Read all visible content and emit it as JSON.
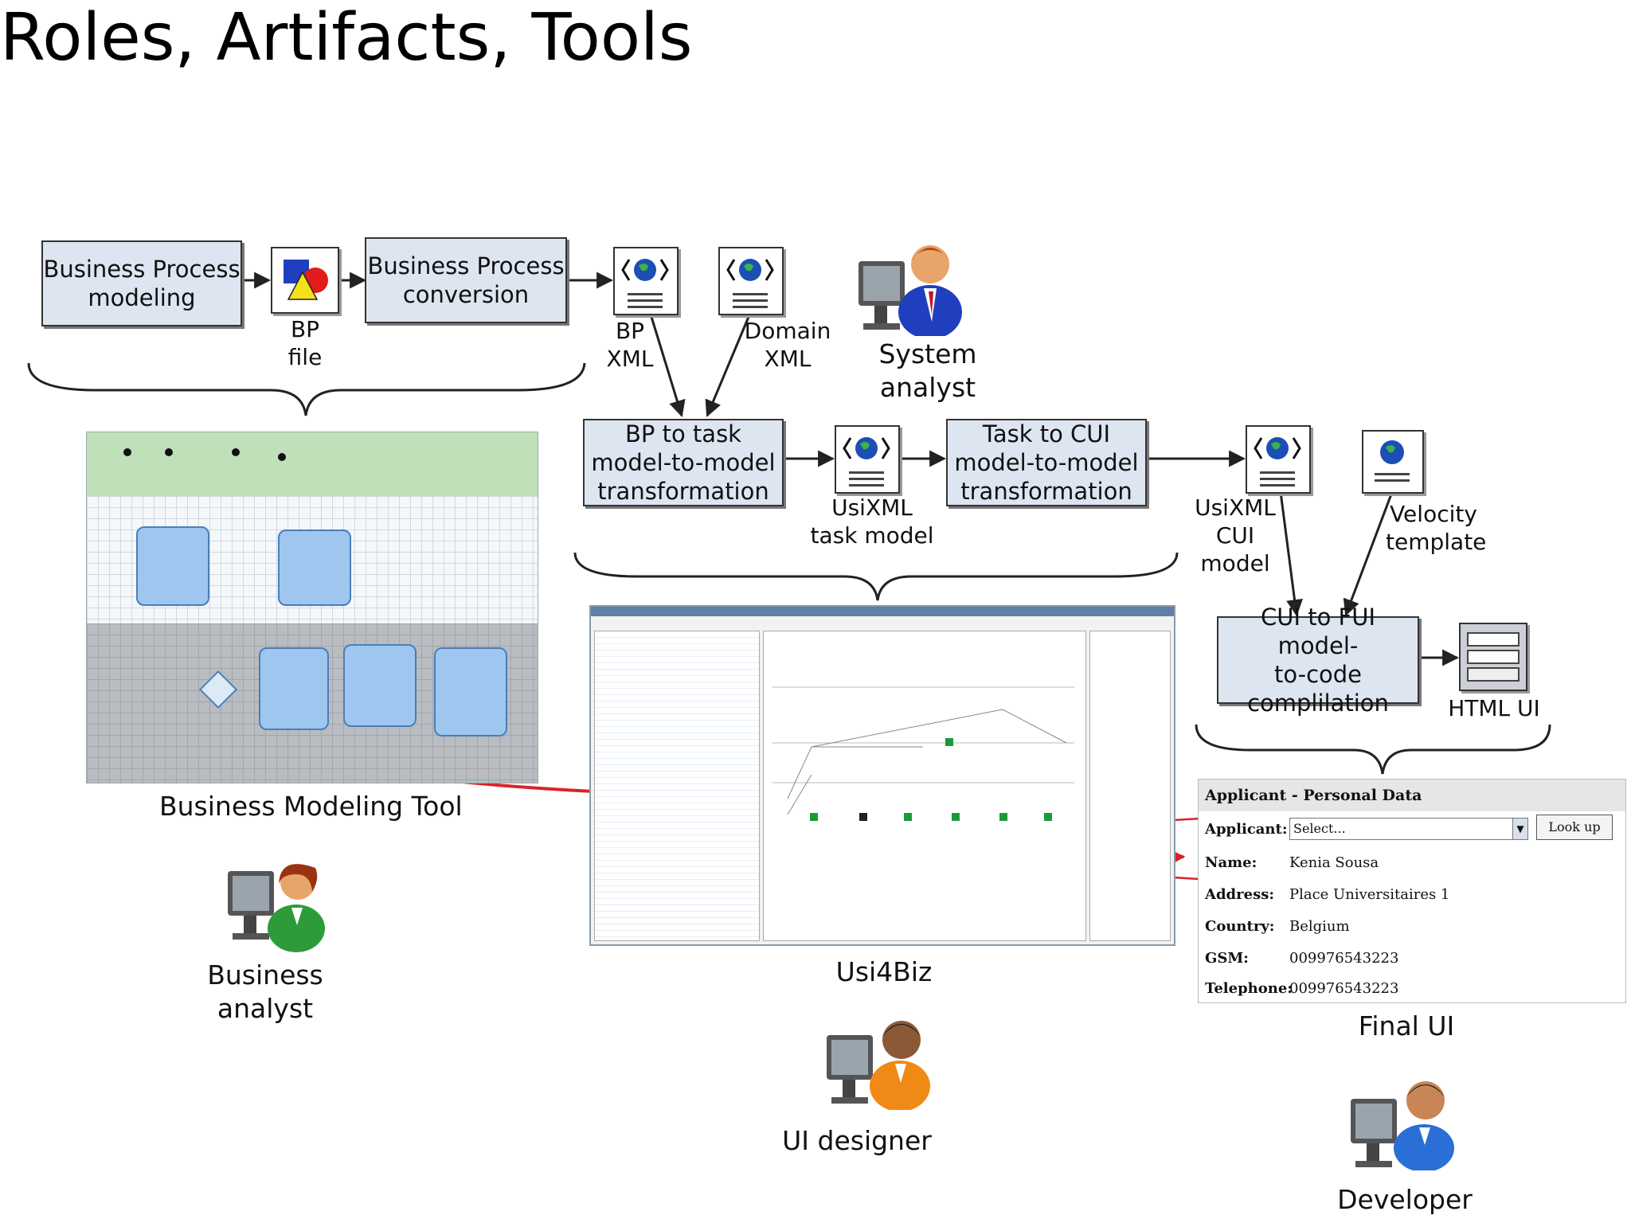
{
  "title": "Roles, Artifacts, Tools",
  "process_boxes": {
    "bp_modeling": [
      "Business Process",
      "modeling"
    ],
    "bp_conversion": [
      "Business Process",
      "conversion"
    ],
    "bp_to_task": [
      "BP to task",
      "model-to-model",
      "transformation"
    ],
    "task_to_cui": [
      "Task  to CUI",
      "model-to-model",
      "transformation"
    ],
    "cui_to_fui": [
      "CUI to FUI model-",
      "to-code",
      "complilation"
    ]
  },
  "artifacts": {
    "bp_file": [
      "BP",
      "file"
    ],
    "bp_xml": [
      "BP",
      "XML"
    ],
    "domain_xml": [
      "Domain",
      "XML"
    ],
    "usixml_task": [
      "UsiXML",
      "task model"
    ],
    "usixml_cui": [
      "UsiXML",
      "CUI",
      "model"
    ],
    "velocity": [
      "Velocity",
      "template"
    ],
    "html_ui": "HTML UI"
  },
  "roles": {
    "system_analyst": [
      "System",
      "analyst"
    ],
    "business_analyst": [
      "Business",
      "analyst"
    ],
    "ui_designer": "UI designer",
    "developer": "Developer"
  },
  "tools": {
    "bmt": "Business Modeling Tool",
    "usi4biz": "Usi4Biz",
    "final_ui": "Final UI"
  },
  "final_ui_form": {
    "heading": "Applicant - Personal Data",
    "select_placeholder": "Select...",
    "lookup_button": "Look up",
    "rows": [
      {
        "key": "Applicant:",
        "value": ""
      },
      {
        "key": "Name:",
        "value": "Kenia Sousa"
      },
      {
        "key": "Address:",
        "value": "Place Universitaires 1"
      },
      {
        "key": "Country:",
        "value": "Belgium"
      },
      {
        "key": "GSM:",
        "value": "009976543223"
      },
      {
        "key": "Telephone:",
        "value": "009976543223"
      }
    ]
  },
  "colors": {
    "box_fill": "#dde5f1",
    "arrow": "#222222",
    "highlight": "#d9232a"
  }
}
